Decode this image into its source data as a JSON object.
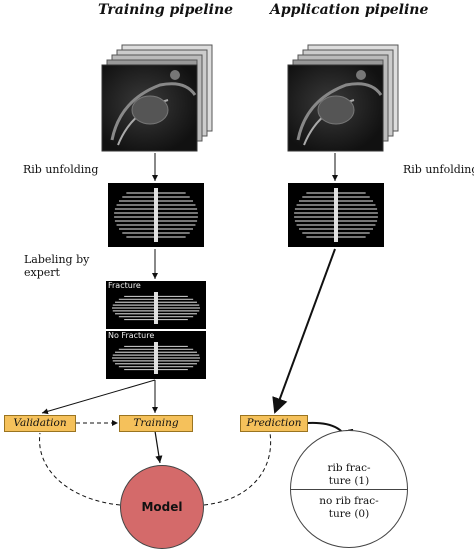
{
  "headings": {
    "training": "Training pipeline",
    "application": "Application pipeline"
  },
  "steps": {
    "rib_unfolding_left": "Rib unfolding",
    "rib_unfolding_right": "Rib unfolding",
    "labeling_line1": "Labeling by",
    "labeling_line2": "expert"
  },
  "panels": {
    "fracture": "Fracture",
    "no_fracture": "No Fracture"
  },
  "boxes": {
    "validation": "Validation",
    "training": "Training",
    "prediction": "Prediction"
  },
  "model": "Model",
  "result": {
    "option1_line1": "rib frac-",
    "option1_line2": "ture (1)",
    "option2_line1": "no rib frac-",
    "option2_line2": "ture (0)"
  },
  "colors": {
    "box_fill": "#f5c15b",
    "model_fill": "#d46a6a",
    "image_bg": "#000000"
  }
}
